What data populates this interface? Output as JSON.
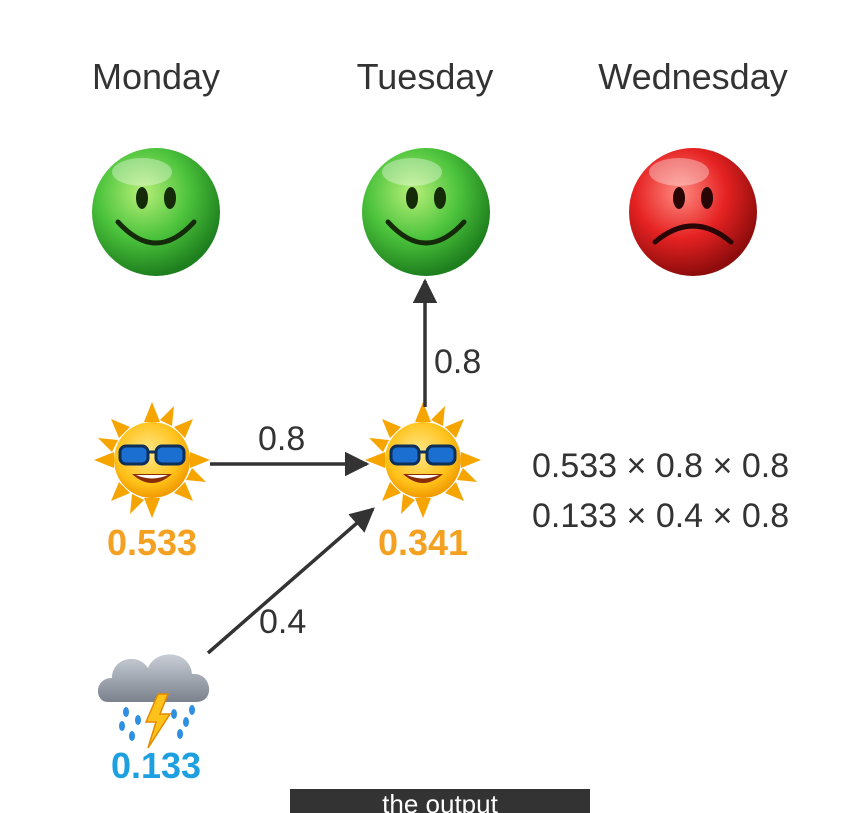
{
  "days": {
    "monday": "Monday",
    "tuesday": "Tuesday",
    "wednesday": "Wednesday"
  },
  "moods": [
    "happy",
    "happy",
    "sad"
  ],
  "weather": {
    "monday_sunny": "0.533",
    "monday_rainy": "0.133",
    "tuesday_sunny": "0.341"
  },
  "edges": {
    "sunny_to_sunny": "0.8",
    "rainy_to_sunny": "0.4",
    "sunny_to_happy": "0.8"
  },
  "formulas": [
    "0.533 × 0.8 × 0.8",
    "0.133 × 0.4 × 0.8"
  ],
  "caption": "the output",
  "colors": {
    "sunny_prob": "#f4a020",
    "rainy_prob": "#1ea0e0",
    "happy_face": "#3cb043",
    "sad_face": "#e02020",
    "arrow": "#333333"
  },
  "icons": [
    "happy-face-icon",
    "sad-face-icon",
    "sun-with-sunglasses-icon",
    "storm-cloud-icon"
  ]
}
